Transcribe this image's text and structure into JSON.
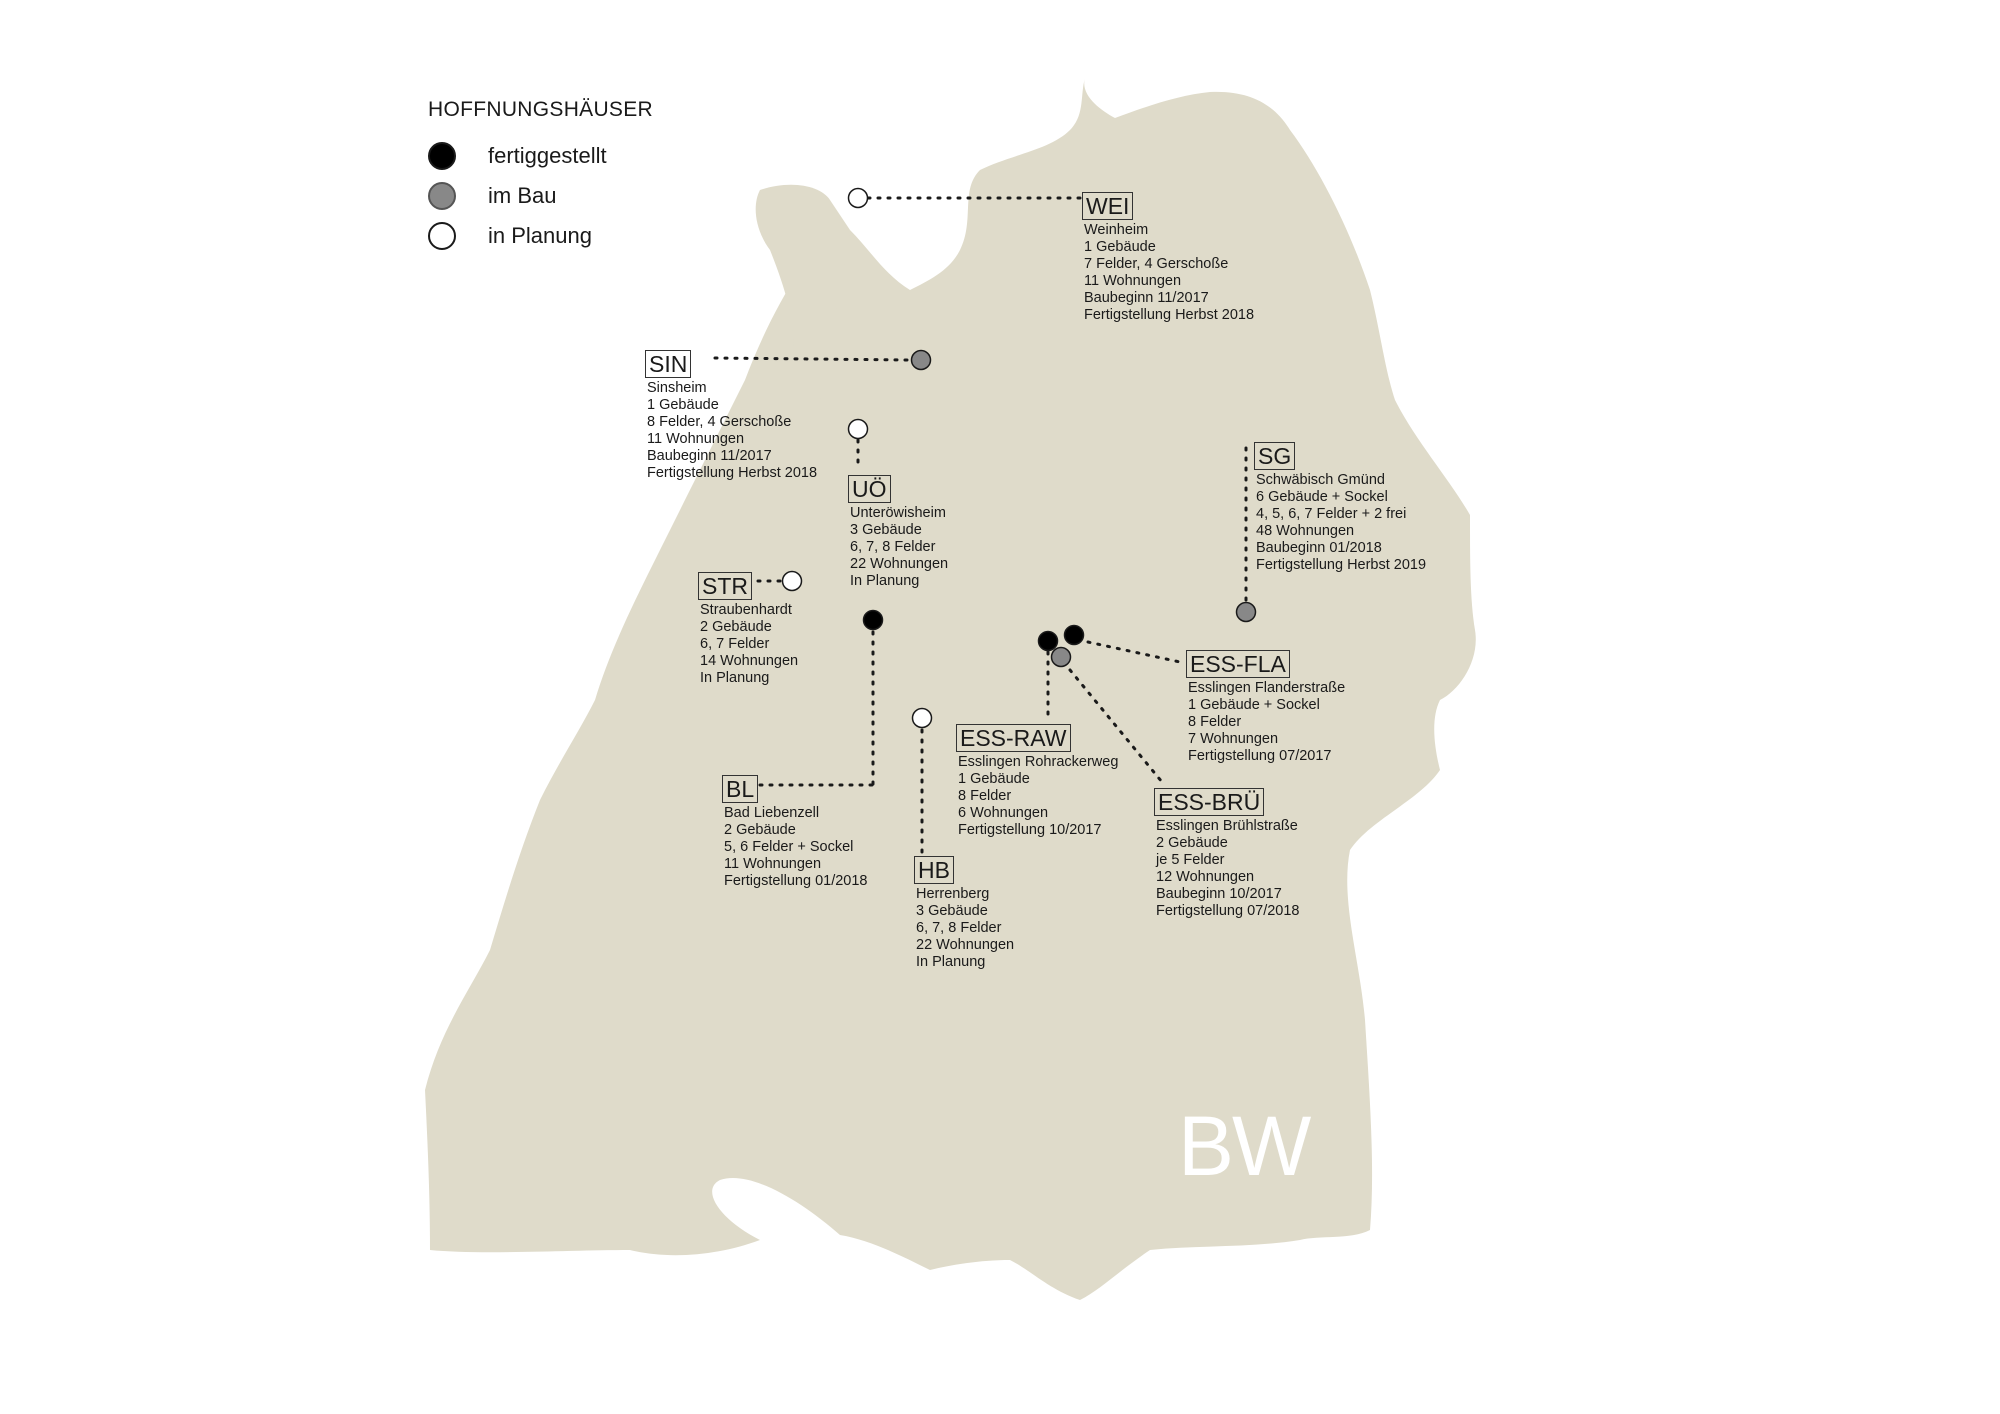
{
  "legend": {
    "title": "HOFFNUNGSHÄUSER",
    "items": [
      {
        "status": "fertiggestellt",
        "label": "fertiggestellt",
        "color": "#000000"
      },
      {
        "status": "im Bau",
        "label": "im Bau",
        "color": "#888888"
      },
      {
        "status": "in Planung",
        "label": "in Planung",
        "color": "#ffffff"
      }
    ]
  },
  "map": {
    "region_label": "BW",
    "fill_color": "#dfdbca",
    "sites": [
      {
        "code": "WEI",
        "status": "in Planung",
        "lines": [
          "Weinheim",
          "1 Gebäude",
          "7 Felder, 4 Gerschoße",
          "11 Wohnungen",
          "Baubeginn 11/2017",
          "Fertigstellung Herbst 2018"
        ]
      },
      {
        "code": "SIN",
        "status": "im Bau",
        "lines": [
          "Sinsheim",
          "1 Gebäude",
          "8 Felder, 4 Gerschoße",
          "11 Wohnungen",
          "Baubeginn 11/2017",
          "Fertigstellung Herbst 2018"
        ]
      },
      {
        "code": "UÖ",
        "status": "in Planung",
        "lines": [
          "Unteröwisheim",
          "3 Gebäude",
          "6, 7, 8 Felder",
          "22 Wohnungen",
          "In Planung"
        ]
      },
      {
        "code": "SG",
        "status": "im Bau",
        "lines": [
          "Schwäbisch Gmünd",
          "6 Gebäude + Sockel",
          "4, 5, 6, 7 Felder + 2 frei",
          "48 Wohnungen",
          "Baubeginn 01/2018",
          "Fertigstellung Herbst 2019"
        ]
      },
      {
        "code": "STR",
        "status": "in Planung",
        "lines": [
          "Straubenhardt",
          "2 Gebäude",
          "6, 7 Felder",
          "14 Wohnungen",
          "In Planung"
        ]
      },
      {
        "code": "ESS-FLA",
        "status": "fertiggestellt",
        "lines": [
          "Esslingen Flanderstraße",
          "1 Gebäude + Sockel",
          "8 Felder",
          "7 Wohnungen",
          "Fertigstellung 07/2017"
        ]
      },
      {
        "code": "ESS-RAW",
        "status": "fertiggestellt",
        "lines": [
          "Esslingen Rohrackerweg",
          "1 Gebäude",
          "8 Felder",
          "6 Wohnungen",
          "Fertigstellung 10/2017"
        ]
      },
      {
        "code": "BL",
        "status": "fertiggestellt",
        "lines": [
          "Bad Liebenzell",
          "2 Gebäude",
          "5, 6 Felder + Sockel",
          "11 Wohnungen",
          "Fertigstellung 01/2018"
        ]
      },
      {
        "code": "ESS-BRÜ",
        "status": "im Bau",
        "lines": [
          "Esslingen Brühlstraße",
          "2 Gebäude",
          "je 5 Felder",
          "12 Wohnungen",
          "Baubeginn 10/2017",
          "Fertigstellung 07/2018"
        ]
      },
      {
        "code": "HB",
        "status": "in Planung",
        "lines": [
          "Herrenberg",
          "3 Gebäude",
          "6, 7, 8 Felder",
          "22 Wohnungen",
          "In Planung"
        ]
      }
    ]
  }
}
